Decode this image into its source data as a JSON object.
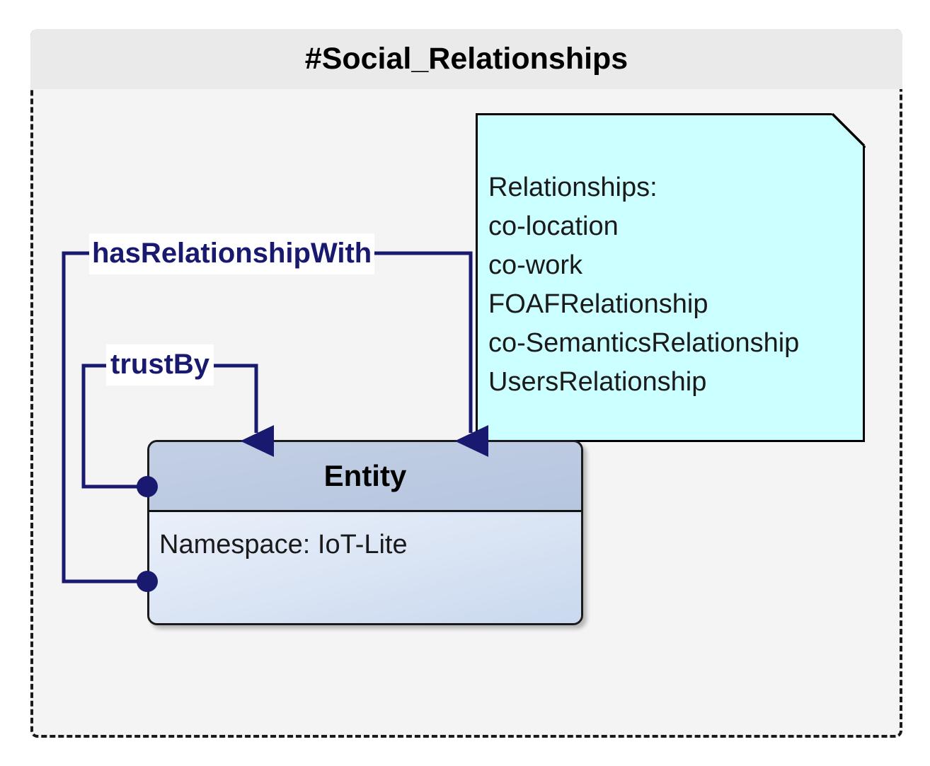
{
  "diagram": {
    "type": "uml-package-diagram",
    "package": {
      "title": "#Social_Relationships",
      "frame_style": "dashed",
      "border_color": "#1a1a1a",
      "header_fill": "#eaeaea",
      "body_fill": "#f4f4f4"
    },
    "note": {
      "name": "relationships-note",
      "fill_color": "#ccffff",
      "border_color": "#000000",
      "heading": "Relationships:",
      "items": [
        "co-location",
        "co-work",
        "FOAFRelationship",
        "co-SemanticsRelationship",
        "UsersRelationship"
      ],
      "text_block": "Relationships:\nco-location\nco-work\nFOAFRelationship\nco-SemanticsRelationship\nUsersRelationship"
    },
    "entity": {
      "name": "Entity",
      "title": "Entity",
      "attribute": "Namespace: IoT-Lite",
      "namespace_label": "Namespace:",
      "namespace_value": "IoT-Lite",
      "header_fill": "#bdcbe2",
      "body_fill": "#dde6f5",
      "border_color": "#1a1a1a"
    },
    "associations": [
      {
        "label": "hasRelationshipWith",
        "source": "Entity",
        "target": "relationships-note",
        "line_color": "#191970",
        "label_color": "#191970",
        "source_marker": "filled-circle",
        "target_marker": "filled-arrow"
      },
      {
        "label": "trustBy",
        "source": "Entity",
        "target": "Entity",
        "line_color": "#191970",
        "label_color": "#191970",
        "source_marker": "filled-circle",
        "target_marker": "filled-arrow"
      }
    ]
  }
}
